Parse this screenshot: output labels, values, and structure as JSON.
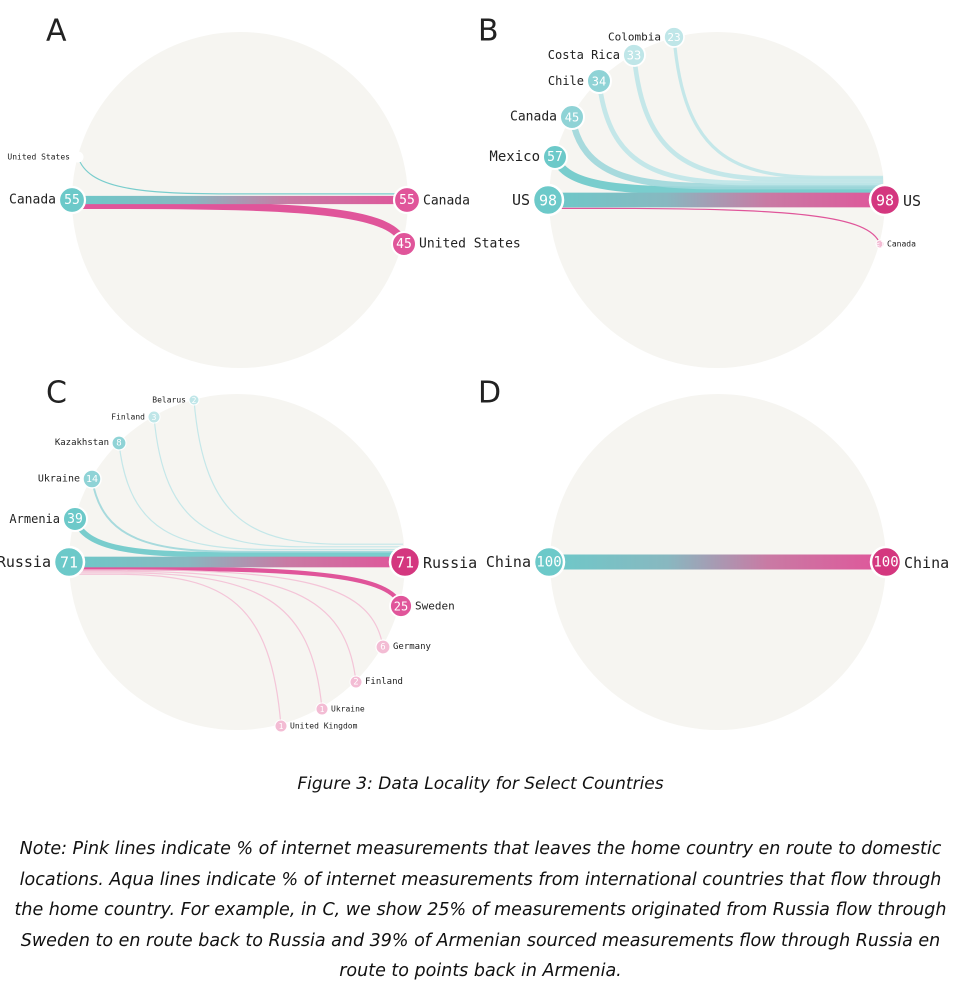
{
  "figure": {
    "title": "Figure 3: Data Locality for Select Countries",
    "note": "Note: Pink lines indicate % of internet measurements that leaves the home country en route to domestic locations. Aqua lines indicate % of internet measurements from international countries that flow through the home country. For example, in C, we show 25% of measurements originated from Russia flow through Sweden to en route back to Russia and 39% of Armenian sourced measurements flow through Russia en route to points back in Armenia."
  },
  "colors": {
    "aqua": "#6cc9c9",
    "aqua_light": "#bfe6e8",
    "pink": "#e0559a",
    "pink_light": "#f3bcd4",
    "circle_bg": "#f6f5f1"
  },
  "chart_data": [
    {
      "panel": "A",
      "type": "flow",
      "home": {
        "left_label": "Canada",
        "left_value": "55",
        "right_label": "Canada",
        "right_value": "55"
      },
      "aqua": [
        {
          "name": "United States",
          "value": "<1"
        }
      ],
      "pink": [
        {
          "name": "United States",
          "value": "45"
        }
      ]
    },
    {
      "panel": "B",
      "type": "flow",
      "home": {
        "left_label": "US",
        "left_value": "98",
        "right_label": "US",
        "right_value": "98"
      },
      "aqua": [
        {
          "name": "Mexico",
          "value": "57"
        },
        {
          "name": "Canada",
          "value": "45"
        },
        {
          "name": "Chile",
          "value": "34"
        },
        {
          "name": "Costa Rica",
          "value": "33"
        },
        {
          "name": "Colombia",
          "value": "23"
        }
      ],
      "pink": [
        {
          "name": "Canada",
          "value": "<1"
        }
      ]
    },
    {
      "panel": "C",
      "type": "flow",
      "home": {
        "left_label": "Russia",
        "left_value": "71",
        "right_label": "Russia",
        "right_value": "71"
      },
      "aqua": [
        {
          "name": "Armenia",
          "value": "39"
        },
        {
          "name": "Ukraine",
          "value": "14"
        },
        {
          "name": "Kazakhstan",
          "value": "8"
        },
        {
          "name": "Finland",
          "value": "3"
        },
        {
          "name": "Belarus",
          "value": "2"
        }
      ],
      "pink": [
        {
          "name": "Sweden",
          "value": "25"
        },
        {
          "name": "Germany",
          "value": "6"
        },
        {
          "name": "Finland",
          "value": "2"
        },
        {
          "name": "Ukraine",
          "value": "1"
        },
        {
          "name": "United Kingdom",
          "value": "1"
        }
      ]
    },
    {
      "panel": "D",
      "type": "flow",
      "home": {
        "left_label": "China",
        "left_value": "100",
        "right_label": "China",
        "right_value": "100"
      },
      "aqua": [],
      "pink": []
    }
  ]
}
